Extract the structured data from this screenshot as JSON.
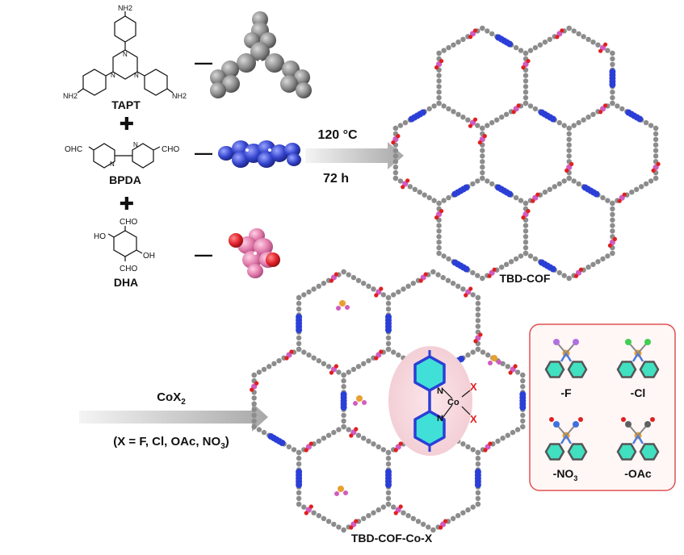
{
  "reactants": {
    "tapt": {
      "name": "TAPT",
      "groups": [
        "NH2",
        "NH2",
        "NH2"
      ],
      "ring_atoms": [
        "N",
        "N",
        "N"
      ],
      "model_color": "#808080"
    },
    "bpda": {
      "name": "BPDA",
      "groups": [
        "OHC",
        "CHO"
      ],
      "ring_atoms": [
        "N",
        "N"
      ],
      "model_color": "#3344cc"
    },
    "dha": {
      "name": "DHA",
      "groups": [
        "CHO",
        "CHO",
        "HO",
        "OH"
      ],
      "model_color": "#e07aaa",
      "oxygen_color": "#e0202a"
    },
    "plus": "✚",
    "dash": "—"
  },
  "reaction1": {
    "temperature": "120 °C",
    "time": "72 h"
  },
  "product1": {
    "name": "TBD-COF"
  },
  "reaction2": {
    "reagent_main": "CoX",
    "reagent_sub": "2",
    "condition_parts": [
      "(X = F, Cl, OAc, NO",
      "3",
      ")"
    ]
  },
  "product2": {
    "name": "TBD-COF-Co-X",
    "center_labels": {
      "n1": "N",
      "n2": "N",
      "metal": "Co",
      "x1": "X",
      "x2": "X"
    }
  },
  "panel": {
    "items": [
      {
        "label": "-F",
        "label_sub": ""
      },
      {
        "label": "-Cl",
        "label_sub": ""
      },
      {
        "label": "-NO",
        "label_sub": "3"
      },
      {
        "label": "-OAc",
        "label_sub": ""
      }
    ],
    "border_color": "#e05050"
  },
  "colors": {
    "framework_gray": "#8c8c8c",
    "bipyridine_blue": "#2b3fd6",
    "dha_pink": "#d15cc0",
    "oxygen_red": "#e02020",
    "cobalt_orange": "#e8a030",
    "ring_teal": "#40e0c0"
  }
}
